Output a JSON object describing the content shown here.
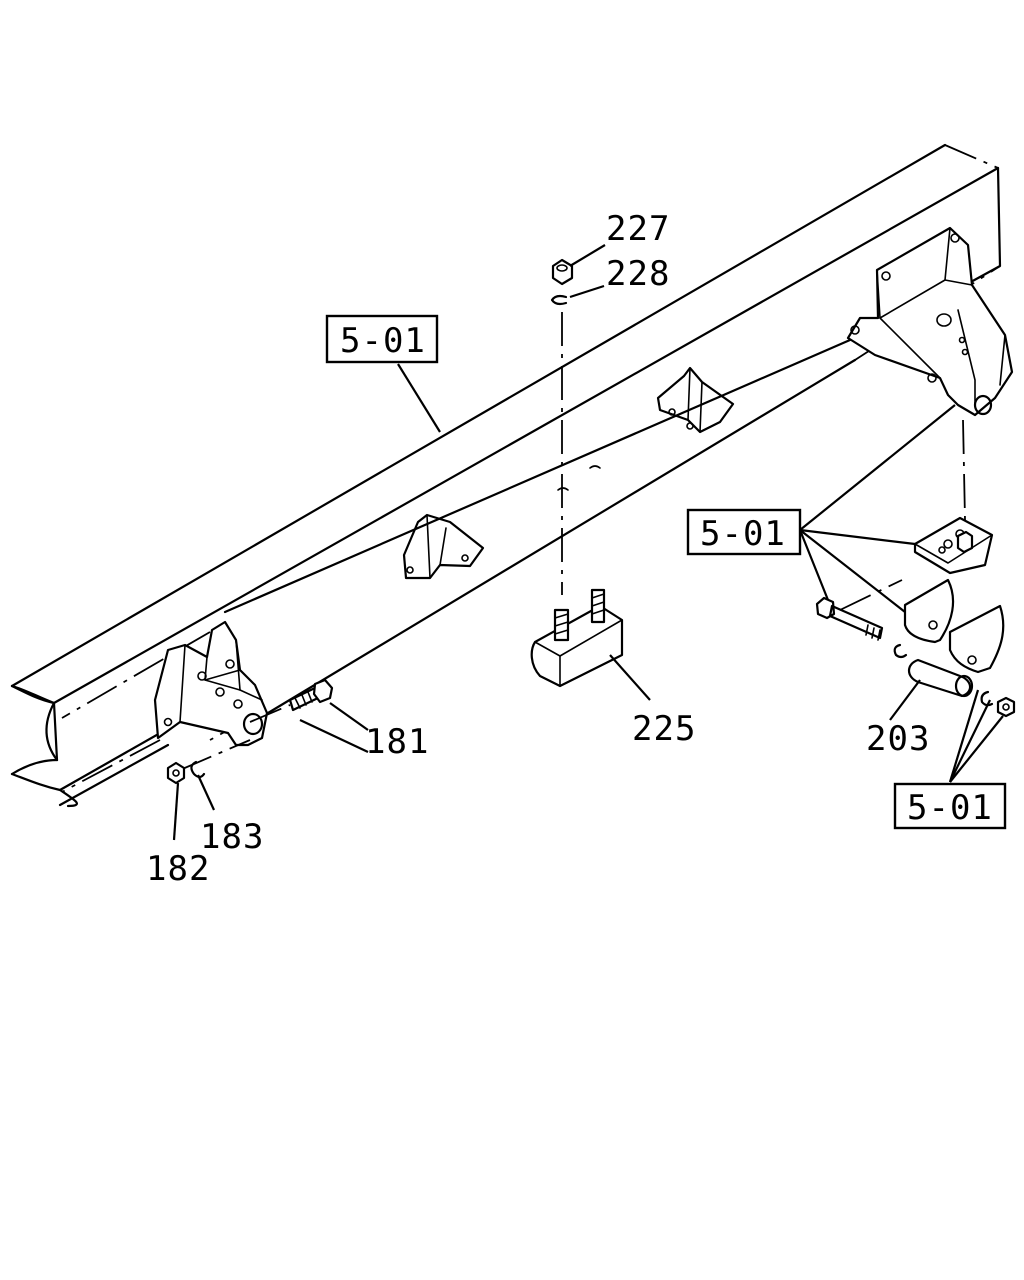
{
  "callouts": {
    "p181": "181",
    "p182": "182",
    "p183": "183",
    "p203": "203",
    "p225": "225",
    "p227": "227",
    "p228": "228"
  },
  "references": {
    "ref_top_left": "5-01",
    "ref_right": "5-01",
    "ref_bottom_right": "5-01"
  }
}
